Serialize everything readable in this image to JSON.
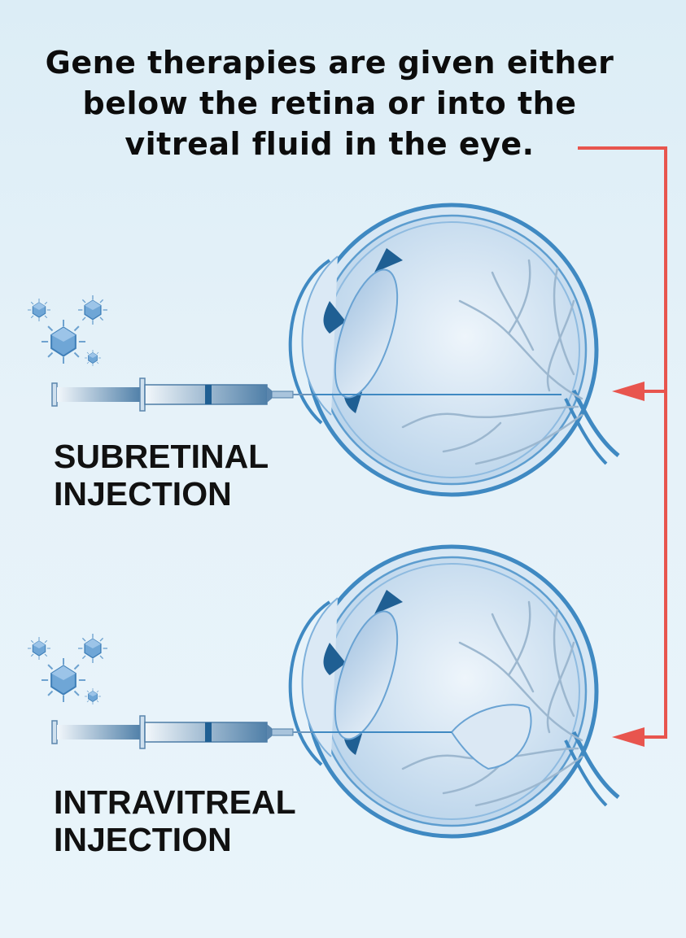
{
  "title": {
    "line1": "Gene therapies are given either",
    "line2": "below the retina or into the",
    "line3": "vitreal fluid in the eye."
  },
  "panels": [
    {
      "id": "subretinal",
      "label_line1": "SUBRETINAL",
      "label_line2": "INJECTION"
    },
    {
      "id": "intravitreal",
      "label_line1": "INTRAVITREAL",
      "label_line2": "INJECTION"
    }
  ],
  "colors": {
    "arrow": "#e8554e",
    "eye_outline": "#3f89c2",
    "eye_fill": "#c9def0",
    "text": "#111111"
  }
}
